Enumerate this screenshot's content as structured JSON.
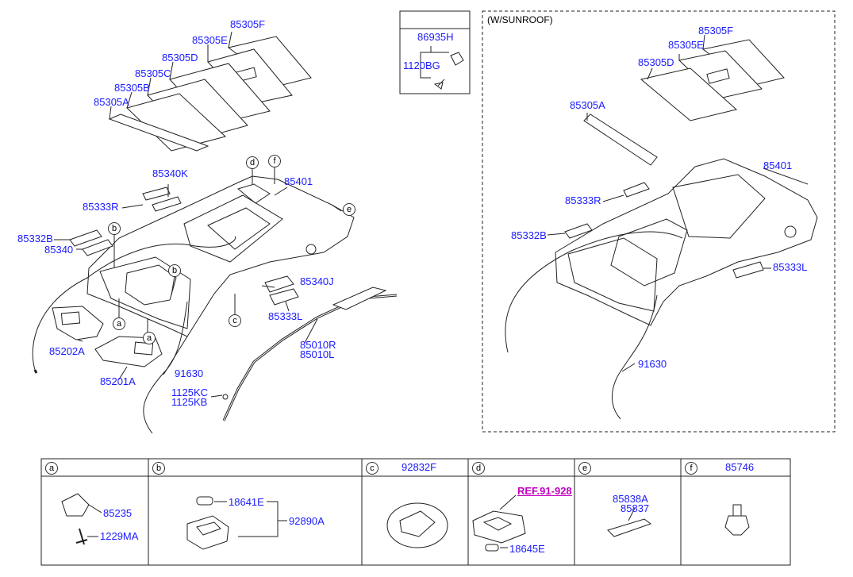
{
  "sunroof_title": "(W/SUNROOF)",
  "labels_main": {
    "p85305F": "85305F",
    "p85305E": "85305E",
    "p85305D": "85305D",
    "p85305C": "85305C",
    "p85305B": "85305B",
    "p85305A": "85305A",
    "p85340K": "85340K",
    "p85333R": "85333R",
    "p85332B": "85332B",
    "p85340": "85340",
    "p85401": "85401",
    "p85340J": "85340J",
    "p85333L": "85333L",
    "p85202A": "85202A",
    "p85201A": "85201A",
    "p91630": "91630",
    "p85010R": "85010R",
    "p85010L": "85010L",
    "p1125KC": "1125KC",
    "p1125KB": "1125KB"
  },
  "labels_clip": {
    "p86935H": "86935H",
    "p1120BG": "1120BG"
  },
  "labels_sunroof": {
    "p85305F": "85305F",
    "p85305E": "85305E",
    "p85305D": "85305D",
    "p85305A": "85305A",
    "p85401": "85401",
    "p85333R": "85333R",
    "p85332B": "85332B",
    "p85333L": "85333L",
    "p91630": "91630"
  },
  "callouts": {
    "a": "a",
    "b": "b",
    "c": "c",
    "d": "d",
    "e": "e",
    "f": "f"
  },
  "table": {
    "a_letter": "a",
    "a_p1": "85235",
    "a_p2": "1229MA",
    "b_letter": "b",
    "b_p1": "18641E",
    "b_p2": "92890A",
    "c_letter": "c",
    "c_head": "92832F",
    "d_letter": "d",
    "d_ref": "REF.91-928",
    "d_p1": "18645E",
    "e_letter": "e",
    "e_p1": "85838A",
    "e_p2": "85837",
    "f_letter": "f",
    "f_head": "85746"
  }
}
